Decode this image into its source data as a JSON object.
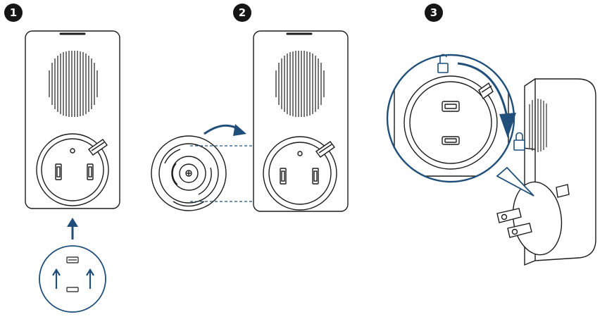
{
  "steps": [
    {
      "number": "1"
    },
    {
      "number": "2"
    },
    {
      "number": "3"
    }
  ],
  "icons": {
    "step1": [
      "device-front-icon",
      "up-arrow-icon",
      "plug-adapter-back-icon"
    ],
    "step2": [
      "plug-adapter-back-icon",
      "curved-arrow-icon",
      "device-front-icon"
    ],
    "step3": [
      "magnified-socket-icon",
      "unlocked-padlock-icon",
      "locked-padlock-icon",
      "rotate-arrow-icon",
      "device-side-icon",
      "us-plug-icon"
    ]
  },
  "colors": {
    "line": "#1c1c1c",
    "accent": "#1f4f7a",
    "badge": "#151515",
    "background": "#ffffff"
  }
}
